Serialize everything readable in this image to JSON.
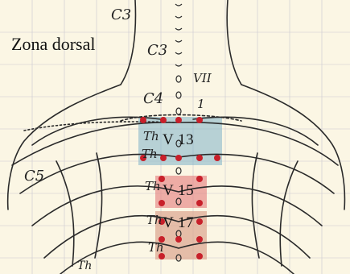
{
  "title": "Zona dorsal",
  "regions": [
    {
      "label": "V 13",
      "color": "#7fb2c9"
    },
    {
      "label": "V 15",
      "color": "#e47b7b"
    },
    {
      "label": "V 17",
      "color": "#dba58e"
    }
  ],
  "point_color": "#c8202a",
  "handwritten_labels": {
    "c3_top": "C3",
    "c3_mid": "C3",
    "c4": "C4",
    "c5": "C5",
    "vii": "VII",
    "one": "1",
    "th_a": "Th",
    "th_b": "Th",
    "th_c": "Th",
    "th_d": "Th",
    "th_e": "Th",
    "th_f": "Th"
  }
}
